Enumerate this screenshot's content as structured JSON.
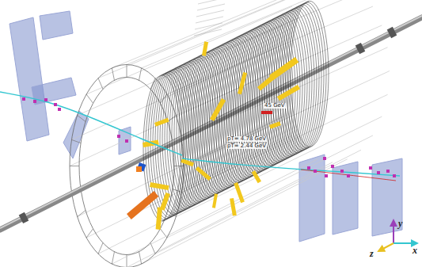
{
  "diagram": {
    "labels": [
      "45 GeV",
      "pT= 4.78 GeV",
      "pT= 2.44 GeV",
      "y",
      "z",
      "x"
    ]
  }
}
